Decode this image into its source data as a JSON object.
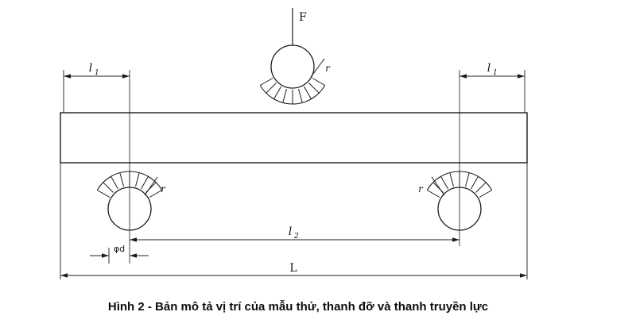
{
  "figure": {
    "force_label": "F",
    "labels": {
      "l1_left": {
        "base": "l",
        "sub": "1"
      },
      "l1_right": {
        "base": "l",
        "sub": "1"
      },
      "l2": {
        "base": "l",
        "sub": "2"
      },
      "total_length": "L",
      "roller_diameter": "φd",
      "radius_top": "r",
      "radius_left": "r",
      "radius_right": "r"
    },
    "caption": "Hình 2 - Bản mô tả vị trí của mẫu thử, thanh đỡ và thanh truyền lực"
  },
  "colors": {
    "line": "#1c1c1c",
    "background": "#ffffff"
  }
}
